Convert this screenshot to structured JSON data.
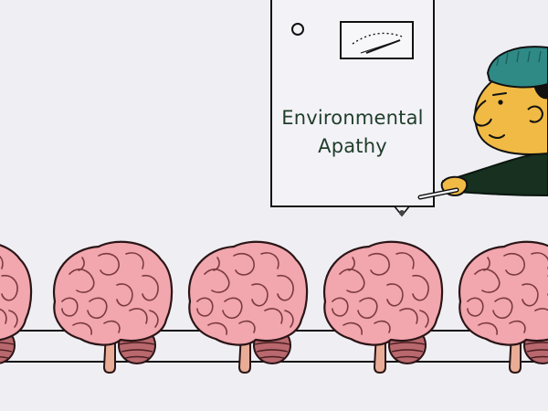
{
  "machine": {
    "label_line1": "Environmental",
    "label_line2": "Apathy",
    "colors": {
      "panel": "#f3f2f7",
      "outline": "#111111",
      "label_text": "#1f3d2a"
    }
  },
  "worker": {
    "cap_color": "#2f8a86",
    "skin_color": "#f0ba44",
    "sleeve_color": "#17301f"
  },
  "conveyor": {
    "item": "brain",
    "item_count": 5,
    "brain_color": "#f2a6ad",
    "cerebellum_color": "#b9686d",
    "stem_color": "#e9ad97",
    "belt_color": "#111111"
  },
  "background_color": "#efeef3"
}
